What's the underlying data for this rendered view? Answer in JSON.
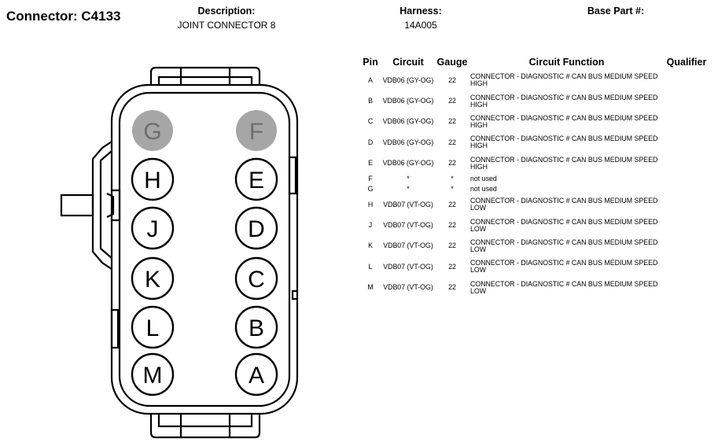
{
  "header": {
    "connector_title": "Connector: C4133",
    "description_label": "Description:",
    "description_value": "JOINT CONNECTOR 8",
    "harness_label": "Harness:",
    "harness_value": "14A005",
    "base_part_label": "Base Part #:"
  },
  "connector": {
    "cavities": [
      {
        "label": "G",
        "filled": true
      },
      {
        "label": "F",
        "filled": true
      },
      {
        "label": "H",
        "filled": false
      },
      {
        "label": "E",
        "filled": false
      },
      {
        "label": "J",
        "filled": false
      },
      {
        "label": "D",
        "filled": false
      },
      {
        "label": "K",
        "filled": false
      },
      {
        "label": "C",
        "filled": false
      },
      {
        "label": "L",
        "filled": false
      },
      {
        "label": "B",
        "filled": false
      },
      {
        "label": "M",
        "filled": false
      },
      {
        "label": "A",
        "filled": false
      }
    ],
    "filled_color": "#a6a6a6"
  },
  "table": {
    "headers": [
      "Pin",
      "Circuit",
      "Gauge",
      "Circuit Function",
      "Qualifier"
    ],
    "rows": [
      {
        "pin": "A",
        "circuit": "VDB06 (GY-OG)",
        "gauge": "22",
        "function": "CONNECTOR - DIAGNOSTIC # CAN BUS MEDIUM SPEED HIGH",
        "qualifier": ""
      },
      {
        "pin": "B",
        "circuit": "VDB06 (GY-OG)",
        "gauge": "22",
        "function": "CONNECTOR - DIAGNOSTIC # CAN BUS MEDIUM SPEED HIGH",
        "qualifier": ""
      },
      {
        "pin": "C",
        "circuit": "VDB06 (GY-OG)",
        "gauge": "22",
        "function": "CONNECTOR - DIAGNOSTIC # CAN BUS MEDIUM SPEED HIGH",
        "qualifier": ""
      },
      {
        "pin": "D",
        "circuit": "VDB06 (GY-OG)",
        "gauge": "22",
        "function": "CONNECTOR - DIAGNOSTIC # CAN BUS MEDIUM SPEED HIGH",
        "qualifier": ""
      },
      {
        "pin": "E",
        "circuit": "VDB06 (GY-OG)",
        "gauge": "22",
        "function": "CONNECTOR - DIAGNOSTIC # CAN BUS MEDIUM SPEED HIGH",
        "qualifier": ""
      },
      {
        "pin": "F",
        "circuit": "*",
        "gauge": "*",
        "function": "not used",
        "qualifier": ""
      },
      {
        "pin": "G",
        "circuit": "*",
        "gauge": "*",
        "function": "not used",
        "qualifier": ""
      },
      {
        "pin": "H",
        "circuit": "VDB07 (VT-OG)",
        "gauge": "22",
        "function": "CONNECTOR - DIAGNOSTIC # CAN BUS MEDIUM SPEED LOW",
        "qualifier": ""
      },
      {
        "pin": "J",
        "circuit": "VDB07 (VT-OG)",
        "gauge": "22",
        "function": "CONNECTOR - DIAGNOSTIC # CAN BUS MEDIUM SPEED LOW",
        "qualifier": ""
      },
      {
        "pin": "K",
        "circuit": "VDB07 (VT-OG)",
        "gauge": "22",
        "function": "CONNECTOR - DIAGNOSTIC # CAN BUS MEDIUM SPEED LOW",
        "qualifier": ""
      },
      {
        "pin": "L",
        "circuit": "VDB07 (VT-OG)",
        "gauge": "22",
        "function": "CONNECTOR - DIAGNOSTIC # CAN BUS MEDIUM SPEED LOW",
        "qualifier": ""
      },
      {
        "pin": "M",
        "circuit": "VDB07 (VT-OG)",
        "gauge": "22",
        "function": "CONNECTOR - DIAGNOSTIC # CAN BUS MEDIUM SPEED LOW",
        "qualifier": ""
      }
    ]
  }
}
